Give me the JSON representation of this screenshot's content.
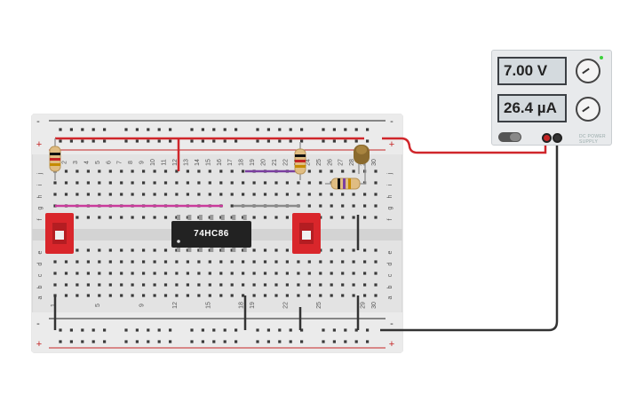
{
  "breadboard": {
    "top_columns": [
      "1",
      "2",
      "3",
      "4",
      "5",
      "6",
      "7",
      "8",
      "9",
      "10",
      "11",
      "12",
      "13",
      "14",
      "15",
      "16",
      "17",
      "18",
      "19",
      "20",
      "21",
      "22",
      "23",
      "24",
      "25",
      "26",
      "27",
      "28",
      "29",
      "30"
    ],
    "bottom_columns": [
      "1",
      "",
      "",
      "",
      "5",
      "",
      "",
      "",
      "9",
      "",
      "",
      "12",
      "",
      "",
      "15",
      "",
      "",
      "18",
      "19",
      "",
      "",
      "22",
      "",
      "",
      "25",
      "",
      "",
      "",
      "29",
      "30"
    ],
    "rows_top": [
      "j",
      "i",
      "h",
      "g",
      "f"
    ],
    "rows_bottom": [
      "e",
      "d",
      "c",
      "b",
      "a"
    ],
    "rail_plus": "+",
    "rail_minus": "-"
  },
  "chip": {
    "label": "74HC86"
  },
  "power_supply": {
    "voltage": "7.00 V",
    "current": "26.4 µA",
    "brand": "DC POWER SUPPLY"
  },
  "colors": {
    "red_wire": "#d0262b",
    "black_wire": "#333333",
    "purple_wire": "#7b3fa0",
    "magenta_wire": "#c93b9b",
    "switch_red": "#d9262b",
    "chip_body": "#222222"
  }
}
